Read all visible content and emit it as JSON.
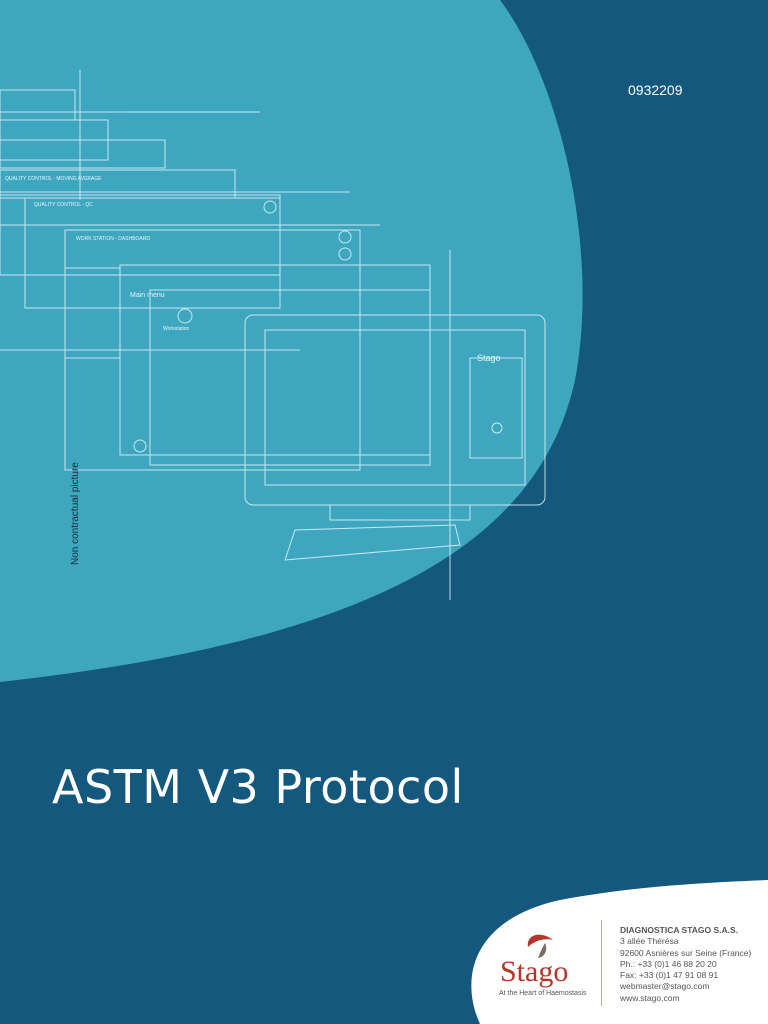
{
  "document": {
    "number": "0932209",
    "side_note": "Non contractual picture",
    "title": "ASTM V3 Protocol"
  },
  "illustration": {
    "labels": [
      "QUALITY CONTROL - MOVING AVERAGE",
      "QUALITY CONTROL - QC",
      "WORK STATION - DASHBOARD",
      "Main menu",
      "Workstation",
      "Stago"
    ]
  },
  "logo": {
    "brand": "Stago",
    "tagline": "At the Heart of Haemostasis",
    "colors": {
      "red": "#b5352a",
      "grey": "#7a6e63"
    }
  },
  "contact": {
    "company": "DIAGNOSTICA STAGO S.A.S.",
    "address1": "3 allée Thérésa",
    "address2": "92600 Asnières sur Seine (France)",
    "phone": "Ph.: +33 (0)1 46 88 20 20",
    "fax": "Fax: +33 (0)1 47 91 08 91",
    "email": "webmaster@stago.com",
    "web": "www.stago.com"
  },
  "colors": {
    "dark_blue": "#14587e",
    "teal": "#3ea7bf",
    "white": "#ffffff"
  }
}
